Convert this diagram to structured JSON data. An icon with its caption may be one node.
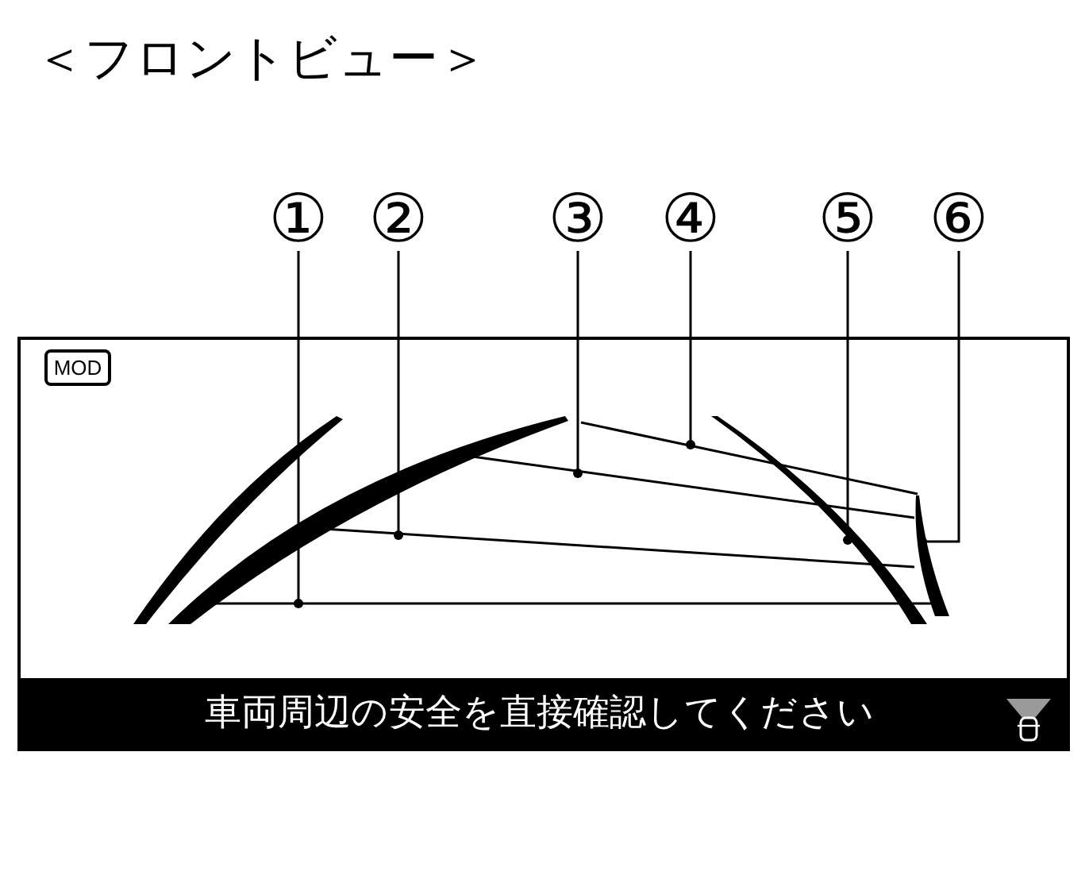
{
  "diagram": {
    "title": "＜フロントビュー＞",
    "nodes": [
      {
        "text": [
          "①"
        ]
      },
      {
        "text": [
          "②"
        ]
      },
      {
        "text": [
          "③"
        ]
      },
      {
        "text": [
          "④"
        ]
      },
      {
        "text": [
          "⑤"
        ]
      },
      {
        "text": [
          "⑥"
        ]
      },
      {
        "text": [
          "MOD"
        ]
      },
      {
        "text": [
          "車両周辺の安全を直接確認してください"
        ]
      }
    ],
    "edges": [
      {
        "from": 0,
        "to": null,
        "arrow": "other"
      },
      {
        "from": 1,
        "to": null,
        "arrow": "other"
      },
      {
        "from": 2,
        "to": null,
        "arrow": "other"
      },
      {
        "from": 3,
        "to": null,
        "arrow": "other"
      },
      {
        "from": 4,
        "to": null,
        "arrow": "other"
      },
      {
        "from": 5,
        "to": null,
        "arrow": "other"
      }
    ]
  }
}
